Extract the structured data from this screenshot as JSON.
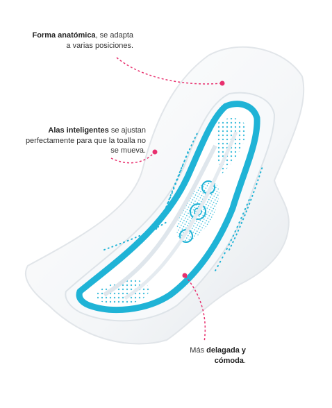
{
  "callouts": {
    "shape": {
      "bold": "Forma anatómica",
      "rest": ", se adapta a varias posiciones."
    },
    "wings": {
      "bold": "Alas inteligentes",
      "rest": " se ajustan perfectamente para que la toalla no se mueva."
    },
    "thin": {
      "lead": "Más ",
      "bold": "delagada y cómoda",
      "end": "."
    }
  },
  "colors": {
    "accent": "#1fb3d6",
    "marker": "#e8306e"
  }
}
